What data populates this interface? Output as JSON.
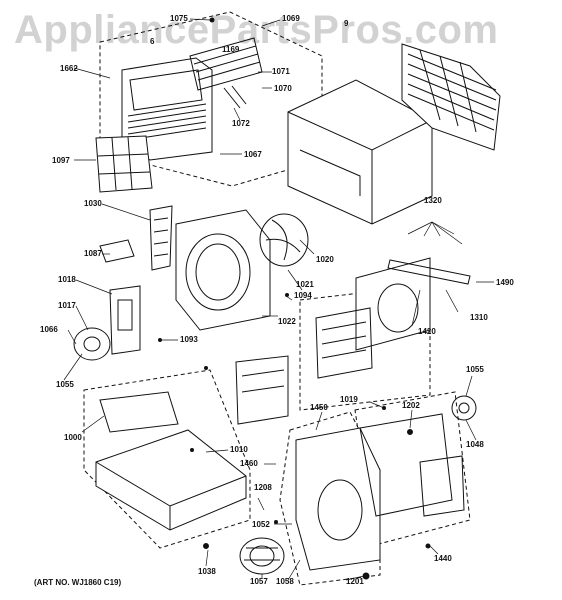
{
  "watermark": "AppliancePartsPros.com",
  "art_number": "(ART NO. WJ1860 C19)",
  "labels": {
    "p1075": "1075",
    "p1069": "1069",
    "p1169": "1169",
    "p6": "6",
    "p1662": "1662",
    "p1071": "1071",
    "p1070": "1070",
    "p1072": "1072",
    "p1067": "1067",
    "p1097": "1097",
    "p9": "9",
    "p1030": "1030",
    "p1320": "1320",
    "p1087": "1087",
    "p1020": "1020",
    "p1021": "1021",
    "p1018": "1018",
    "p1094": "1094",
    "p1490": "1490",
    "p1017": "1017",
    "p1022": "1022",
    "p1310": "1310",
    "p1420": "1420",
    "p1066": "1066",
    "p1093": "1093",
    "p1055a": "1055",
    "p1055b": "1055",
    "p1019": "1019",
    "p1202": "1202",
    "p1450": "1450",
    "p1000": "1000",
    "p1048": "1048",
    "p1010": "1010",
    "p1460": "1460",
    "p1208": "1208",
    "p1052": "1052",
    "p1038": "1038",
    "p1057": "1057",
    "p1058": "1058",
    "p1201": "1201",
    "p1440": "1440"
  }
}
